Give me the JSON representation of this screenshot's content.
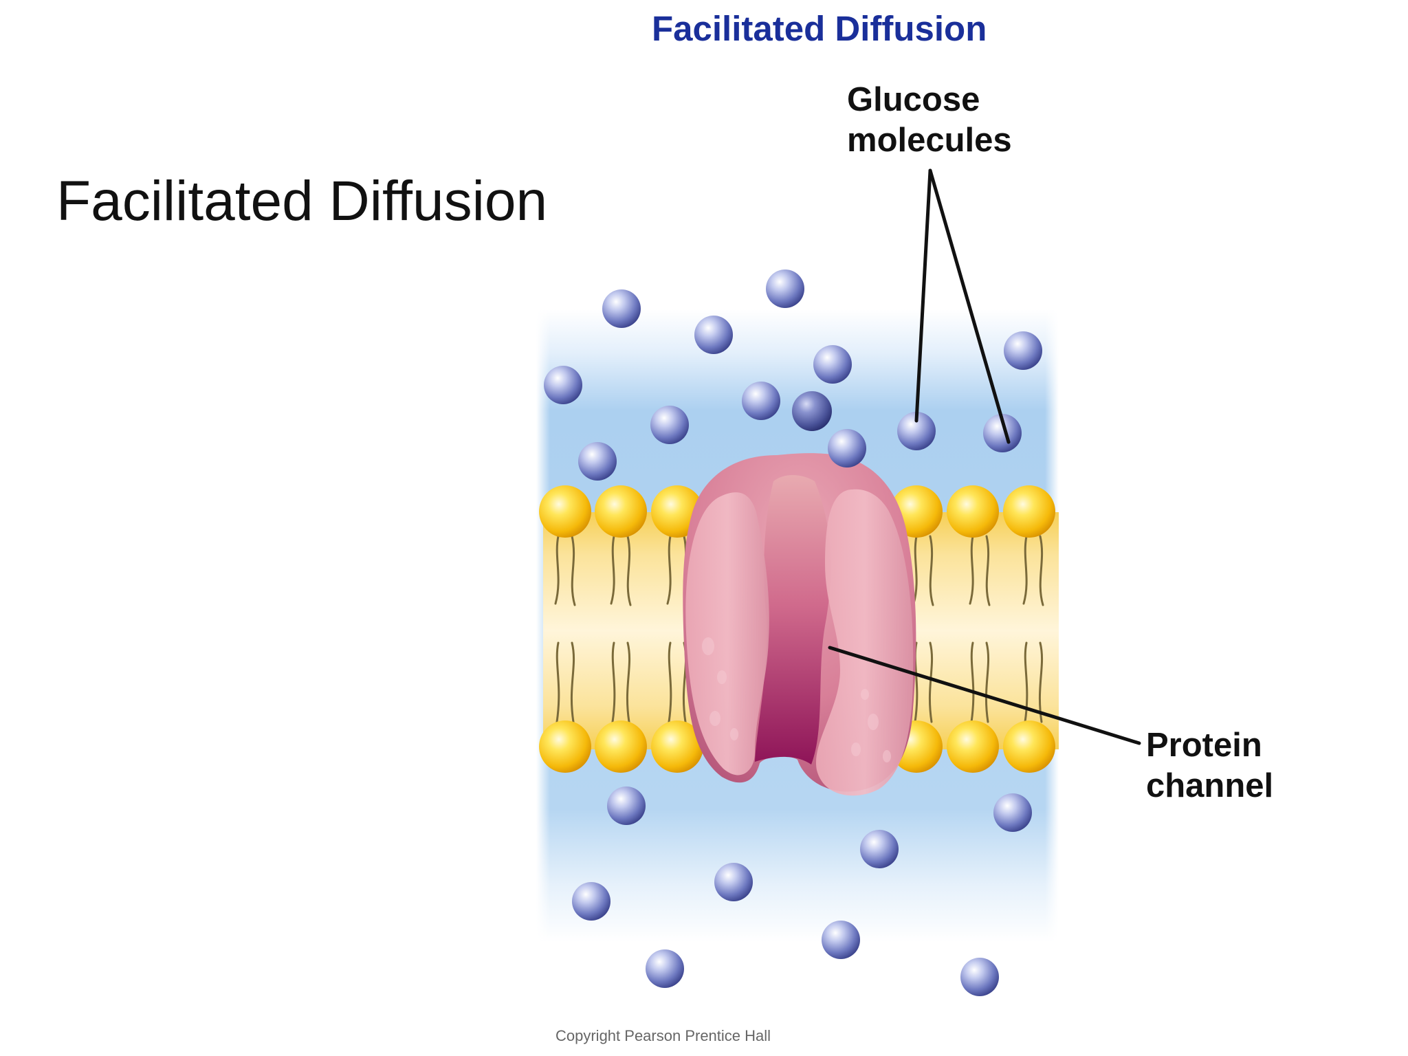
{
  "slide_title": "Facilitated Diffusion",
  "figure": {
    "title": "Facilitated Diffusion",
    "labels": {
      "glucose_line1": "Glucose",
      "glucose_line2": "molecules",
      "protein_line1": "Protein",
      "protein_line2": "channel"
    },
    "copyright": "Copyright Pearson Prentice Hall"
  },
  "colors": {
    "figure_title": "#1a2f9a",
    "extracellular": "#a9cdee",
    "phospholipid_head": "#f7c51c",
    "bilayer_core": "#fbe3a0",
    "glucose": "#5d67b0",
    "protein": "#e3a0ae",
    "protein_pore": "#8e1458"
  },
  "icons": [
    "glucose-molecule-icon",
    "phospholipid-icon",
    "protein-channel-icon"
  ]
}
